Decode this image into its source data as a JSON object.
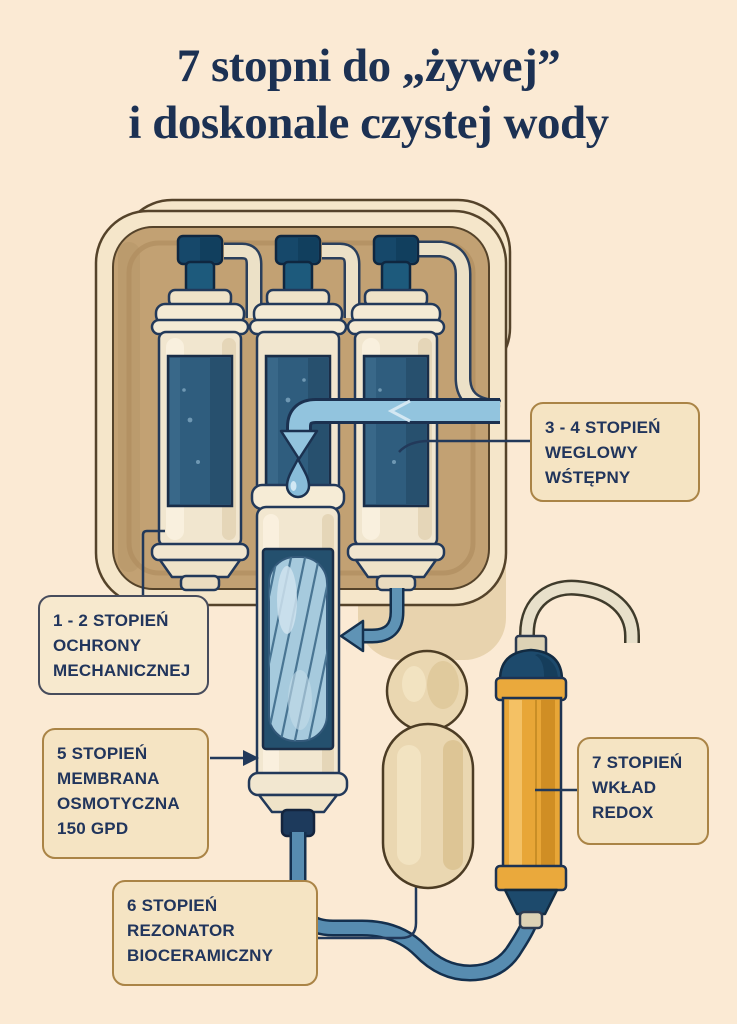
{
  "title": {
    "line1": "7 stopni do „żywej”",
    "line2": "i doskonale czystej wody"
  },
  "callouts": {
    "stage_1_2": {
      "lines": [
        "1 - 2 STOPIEŃ",
        "OCHRONY",
        "MECHANICZNEJ"
      ]
    },
    "stage_3_4": {
      "lines": [
        "3 - 4 STOPIEŃ",
        "WEGLOWY",
        "WŚTĘPNY"
      ]
    },
    "stage_5": {
      "lines": [
        "5 STOPIEŃ",
        "MEMBRANA",
        "OSMOTYCZNA",
        "150 GPD"
      ]
    },
    "stage_6": {
      "lines": [
        "6 STOPIEŃ",
        "REZONATOR",
        "BIOCERAMICZNY"
      ]
    },
    "stage_7": {
      "lines": [
        "7 STOPIEŃ",
        "WKŁAD",
        "REDOX"
      ]
    }
  },
  "palette": {
    "background": "#fbead4",
    "navy_text": "#1c3153",
    "gold_border": "#aa8446",
    "panel_tan": "#c2a173",
    "tube_blue": "#578cb0",
    "light_tube_blue": "#92c4de",
    "redox_orange": "#e8a637",
    "tank_beige": "#ead7b1",
    "cartridge_window_blue": "#2f5d7e"
  }
}
